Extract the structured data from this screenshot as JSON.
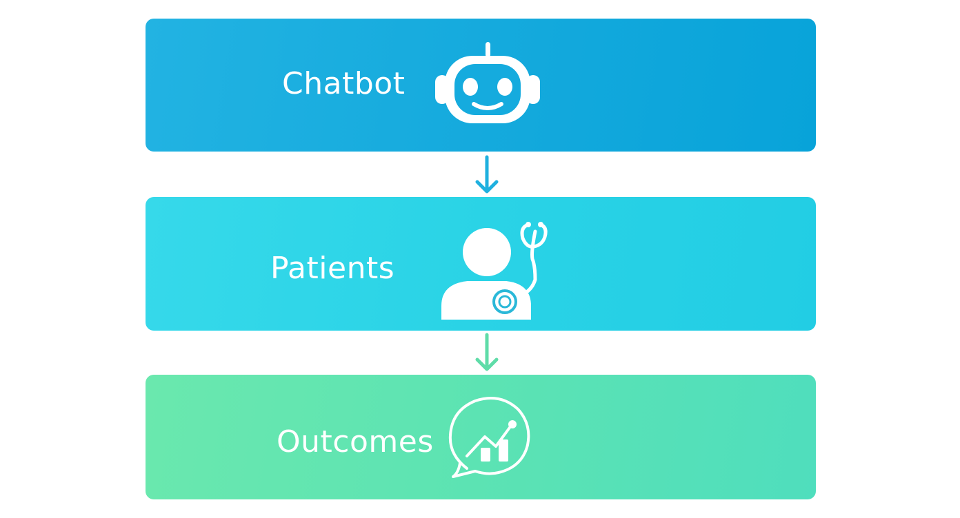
{
  "diagram": {
    "type": "vertical-flow",
    "steps": [
      {
        "label": "Chatbot",
        "icon": "robot-icon",
        "color_start": "#22b3e2",
        "color_end": "#08a3d9"
      },
      {
        "label": "Patients",
        "icon": "patient-stethoscope-icon",
        "color_start": "#36d9ea",
        "color_end": "#22cde4"
      },
      {
        "label": "Outcomes",
        "icon": "chat-growth-chart-icon",
        "color_start": "#6ae8ae",
        "color_end": "#4fdebd"
      }
    ],
    "connectors": [
      {
        "from": "Chatbot",
        "to": "Patients",
        "icon": "arrow-down-icon",
        "color": "#1fb0df"
      },
      {
        "from": "Patients",
        "to": "Outcomes",
        "icon": "arrow-down-icon",
        "color": "#5fdca8"
      }
    ]
  }
}
